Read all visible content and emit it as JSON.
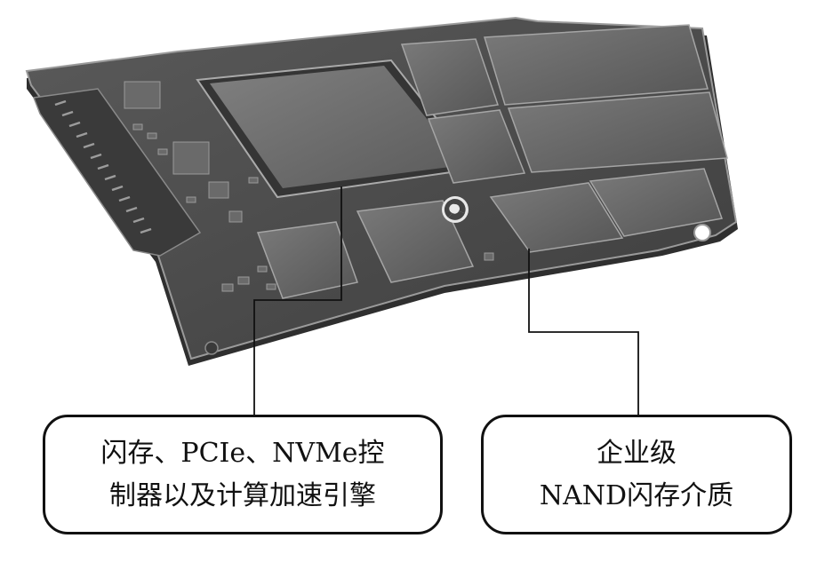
{
  "callouts": {
    "left": {
      "line1": "闪存、PCIe、NVMe控",
      "line2": "制器以及计算加速引擎"
    },
    "right": {
      "line1": "企业级",
      "line2": "NAND闪存介质"
    }
  },
  "colors": {
    "board": "#4a4a4a",
    "board_edge": "#8c8c8c",
    "chip": "#5e5e5e",
    "chip_highlight": "#7a7a7a",
    "outline": "#111111",
    "background": "#ffffff"
  },
  "icons": {
    "logo": "swirl-logo-icon"
  }
}
